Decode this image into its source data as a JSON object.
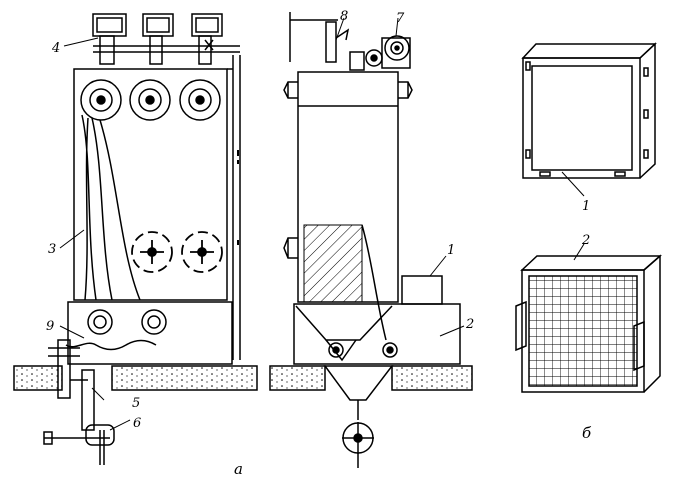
{
  "callouts": [
    {
      "id": "1",
      "text": "1"
    },
    {
      "id": "2",
      "text": "2"
    },
    {
      "id": "3",
      "text": "3"
    },
    {
      "id": "4",
      "text": "4"
    },
    {
      "id": "5",
      "text": "5"
    },
    {
      "id": "6",
      "text": "6"
    },
    {
      "id": "7",
      "text": "7"
    },
    {
      "id": "8",
      "text": "8"
    },
    {
      "id": "9",
      "text": "9"
    }
  ],
  "panel_labels": {
    "a": "а",
    "b": "б"
  },
  "colors": {
    "ink": "#000000",
    "paper": "#ffffff"
  }
}
